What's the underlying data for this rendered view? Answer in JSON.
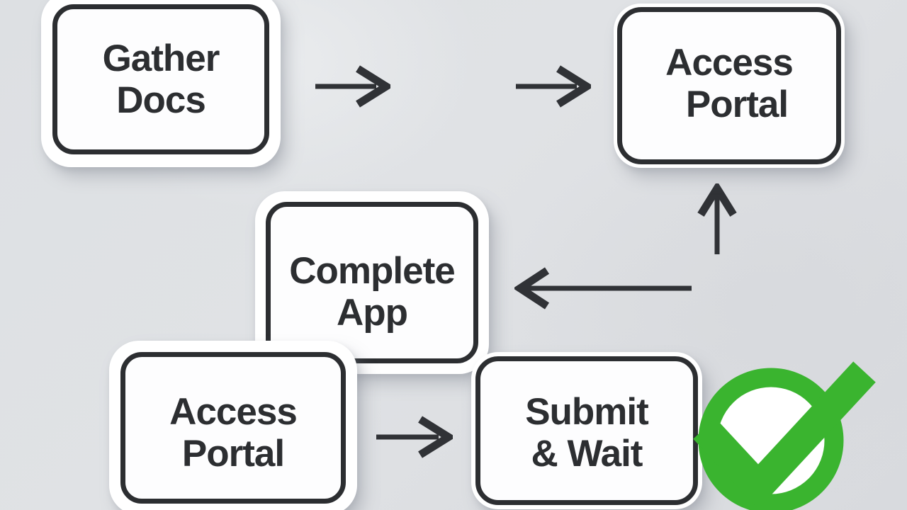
{
  "diagram": {
    "type": "flowchart",
    "nodes": {
      "gather_docs": {
        "lines": [
          "Gather",
          "Docs"
        ]
      },
      "access_portal_top": {
        "lines": [
          "Access",
          "Portal"
        ]
      },
      "complete_app": {
        "lines": [
          "Complete",
          "App"
        ]
      },
      "access_portal_bottom": {
        "lines": [
          "Access",
          "Portal"
        ]
      },
      "submit_wait": {
        "lines": [
          "Submit",
          "& Wait"
        ]
      }
    },
    "arrows": [
      {
        "id": "arrow-right-1",
        "direction": "right",
        "between": "gather-docs and access-portal-top"
      },
      {
        "id": "arrow-right-2",
        "direction": "right",
        "between": "gather-docs and access-portal-top"
      },
      {
        "id": "arrow-up",
        "direction": "up",
        "toward": "access-portal-top"
      },
      {
        "id": "arrow-left",
        "direction": "left",
        "toward": "complete-app"
      },
      {
        "id": "arrow-right-3",
        "direction": "right",
        "between": "access-portal-bottom and submit-wait"
      }
    ],
    "status_icon": {
      "name": "green-check-circle",
      "color": "#3ab42f"
    },
    "colors": {
      "background": "#dde0e3",
      "node_fill": "#fdfdfe",
      "node_border": "#2c2e31",
      "sticker_frame": "#ffffff",
      "text": "#2c2e31",
      "arrow": "#303236",
      "check_green": "#3ab42f"
    }
  }
}
